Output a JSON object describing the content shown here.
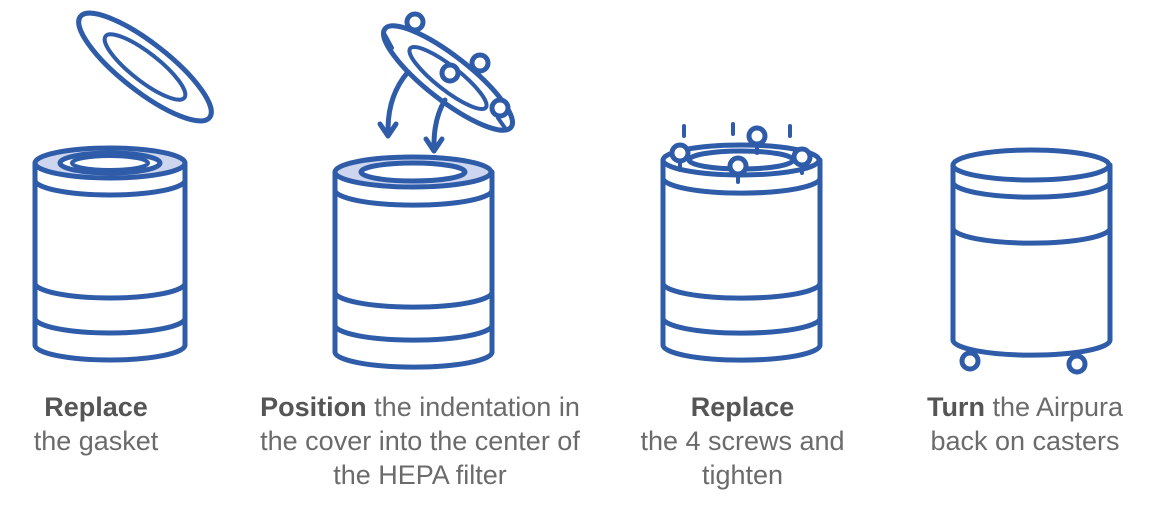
{
  "steps": [
    {
      "bold": "Replace",
      "rest": "the gasket",
      "icon": "gasket-replace-illustration"
    },
    {
      "bold": "Position",
      "rest": "the indentation in the cover into the center of the HEPA filter",
      "icon": "cover-position-illustration"
    },
    {
      "bold": "Replace",
      "rest": "the 4 screws and tighten",
      "icon": "screws-replace-illustration"
    },
    {
      "bold": "Turn",
      "rest": "the Airpura back on casters",
      "icon": "casters-illustration"
    }
  ],
  "colors": {
    "stroke": "#2f5ca8",
    "fill_light": "#cdd6ee",
    "text": "#6b6b6b"
  }
}
